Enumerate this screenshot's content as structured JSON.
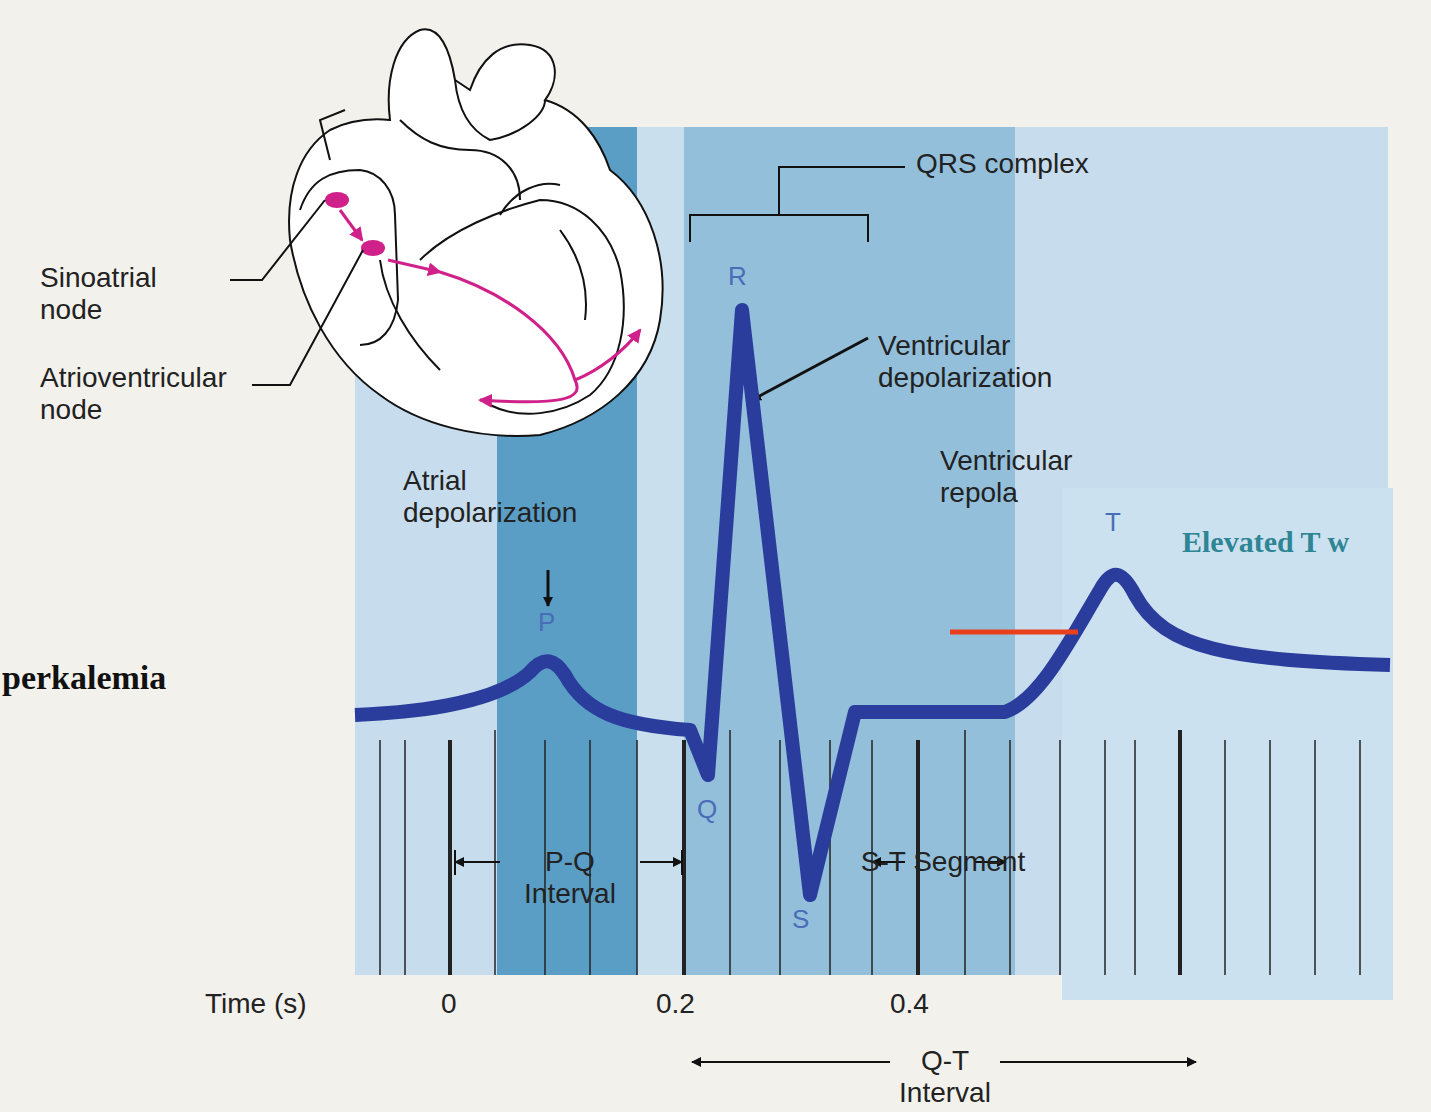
{
  "diagram": {
    "labels": [
      "Sinoatrial node",
      "Atrioventricular node",
      "QRS complex",
      "R",
      "Ventricular depolarization",
      "Atrial depolarization",
      "Ventricular repola",
      "P",
      "T",
      "Elevated T w",
      "perkalemia",
      "Q",
      "S",
      "P-Q Interval",
      "S-T Segment",
      "Time (s)",
      "0",
      "0.2",
      "0.4",
      "Q-T Interval"
    ]
  }
}
